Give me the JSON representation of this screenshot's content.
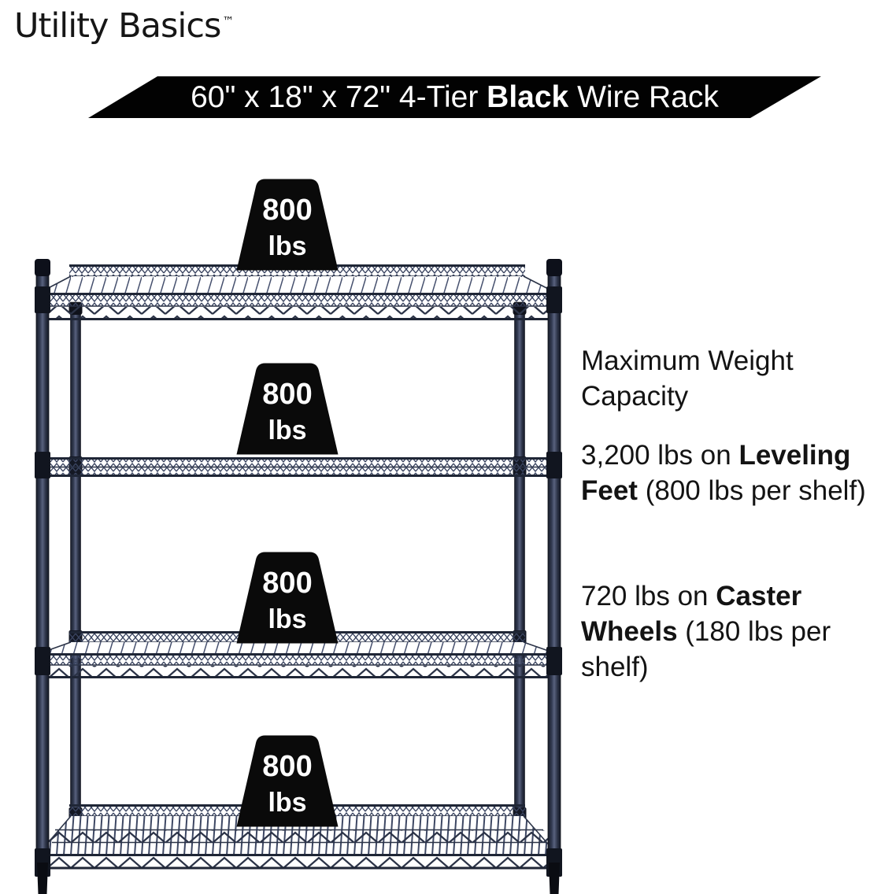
{
  "brand": {
    "name": "Utility Basics",
    "trademark": "™"
  },
  "banner": {
    "pre": "60\" x 18\" x 72\" 4-Tier ",
    "bold": "Black",
    "post": " Wire Rack"
  },
  "shelf_badges": [
    {
      "weight": "800",
      "unit": "lbs"
    },
    {
      "weight": "800",
      "unit": "lbs"
    },
    {
      "weight": "800",
      "unit": "lbs"
    },
    {
      "weight": "800",
      "unit": "lbs"
    }
  ],
  "capacity": {
    "heading": "Maximum Weight Capacity",
    "leveling": {
      "pre": "3,200 lbs on ",
      "bold": "Leveling Feet",
      "post": " (800 lbs per shelf)"
    },
    "caster": {
      "pre": "720 lbs on ",
      "bold": "Caster Wheels",
      "post": " (180 lbs per shelf)"
    }
  },
  "colors": {
    "banner_bg": "#020202",
    "banner_text": "#ffffff",
    "badge_bg": "#0a0a0a",
    "badge_text": "#ffffff",
    "rack_metal": "#323a50",
    "body_text": "#131313"
  }
}
